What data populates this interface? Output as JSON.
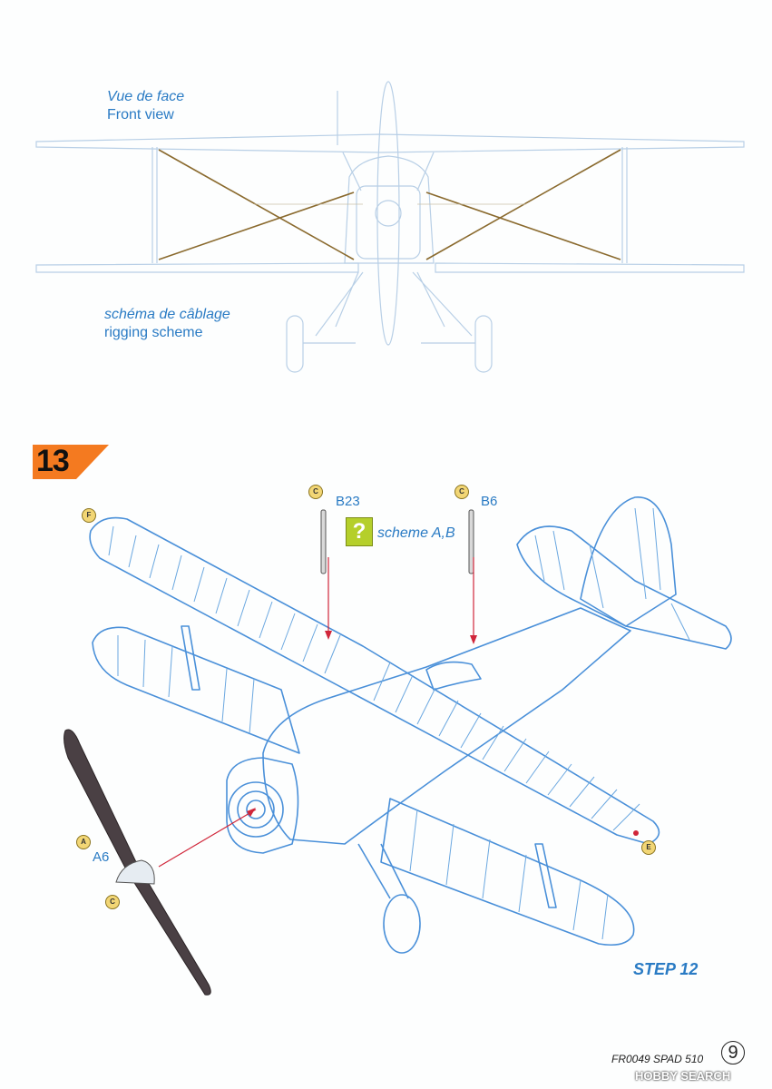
{
  "front_view": {
    "title_fr": "Vue de face",
    "title_en": "Front view",
    "rigging_fr": "schéma de câblage",
    "rigging_en": "rigging scheme"
  },
  "step": {
    "number": "13",
    "prev_step_label": "STEP 12",
    "scheme_note": "scheme A,B",
    "question_mark": "?"
  },
  "parts": {
    "b23": {
      "sprue": "C",
      "label": "B23"
    },
    "b6": {
      "sprue": "C",
      "label": "B6"
    },
    "a6": {
      "sprue": "A",
      "label": "A6"
    },
    "f_tag": "F",
    "e_tag": "E",
    "c_tag": "C"
  },
  "footer": {
    "code": "FR0049 SPAD 510",
    "page": "9",
    "watermark": "HOBBY SEARCH"
  },
  "colors": {
    "line_blue": "#4a90d9",
    "label_blue": "#2a7bc4",
    "rigging": "#8a6a2e",
    "badge_orange": "#f47a20",
    "propeller": "#4a4044",
    "arrow_red": "#d0263a"
  }
}
